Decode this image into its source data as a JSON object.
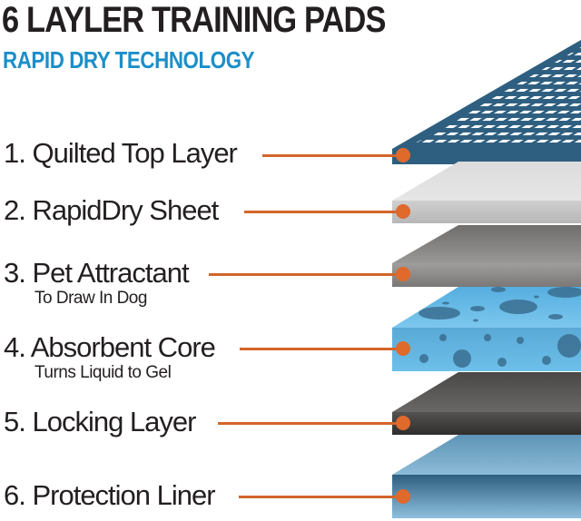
{
  "header": {
    "title": "6 LAYLER TRAINING PADS",
    "subtitle": "RAPID DRY TECHNOLOGY"
  },
  "colors": {
    "title": "#231f20",
    "subtitle": "#1b8fc9",
    "leader_line": "#d2652a",
    "layer_1": "#2e5f80",
    "layer_2": "#d7d7d7",
    "layer_3": "#8a8886",
    "layer_4": "#5bb2e0",
    "layer_5": "#3f3e3c",
    "layer_6": "#4f88aa"
  },
  "layers": [
    {
      "number": "1.",
      "name": "Quilted Top Layer",
      "label": "1. Quilted Top Layer",
      "description": ""
    },
    {
      "number": "2.",
      "name": "RapidDry Sheet",
      "label": "2. RapidDry Sheet",
      "description": ""
    },
    {
      "number": "3.",
      "name": "Pet Attractant",
      "label": "3. Pet Attractant",
      "description": "To Draw In Dog"
    },
    {
      "number": "4.",
      "name": "Absorbent Core",
      "label": "4. Absorbent Core",
      "description": "Turns Liquid to Gel"
    },
    {
      "number": "5.",
      "name": "Locking Layer",
      "label": "5. Locking Layer",
      "description": ""
    },
    {
      "number": "6.",
      "name": "Protection Liner",
      "label": "6. Protection Liner",
      "description": ""
    }
  ]
}
